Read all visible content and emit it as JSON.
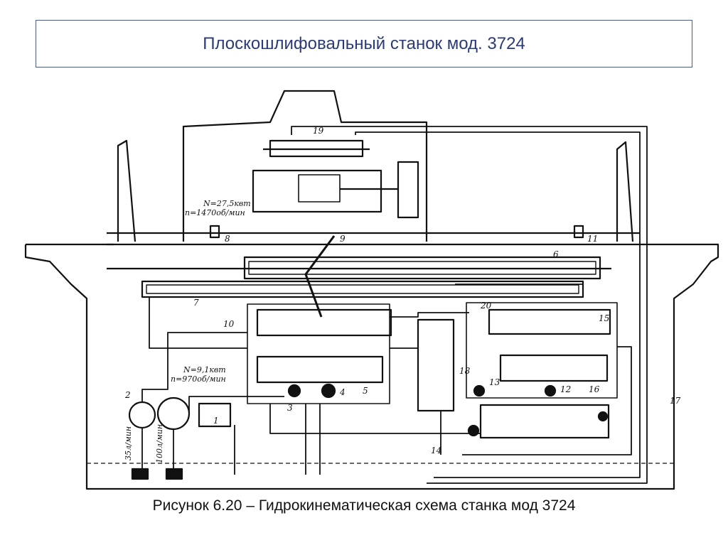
{
  "slide": {
    "title": "Плоскошлифовальный станок мод. 3724",
    "caption": "Рисунок 6.20 – Гидрокинематическая схема  станка мод 3724"
  },
  "diagram": {
    "motor_main": {
      "power": "N=27,5квт",
      "speed": "n=1470об/мин"
    },
    "motor_pump": {
      "power": "N=9,1квт",
      "speed": "n=970об/мин"
    },
    "flow_left": "35л/мин",
    "flow_right": "100л/мин",
    "labels": [
      "1",
      "2",
      "3",
      "4",
      "5",
      "6",
      "7",
      "8",
      "9",
      "10",
      "11",
      "12",
      "13",
      "14",
      "15",
      "16",
      "17",
      "18",
      "19",
      "20"
    ]
  },
  "colors": {
    "title": "#2b3a78",
    "frame": "#4a5a8c",
    "ink": "#111111"
  }
}
